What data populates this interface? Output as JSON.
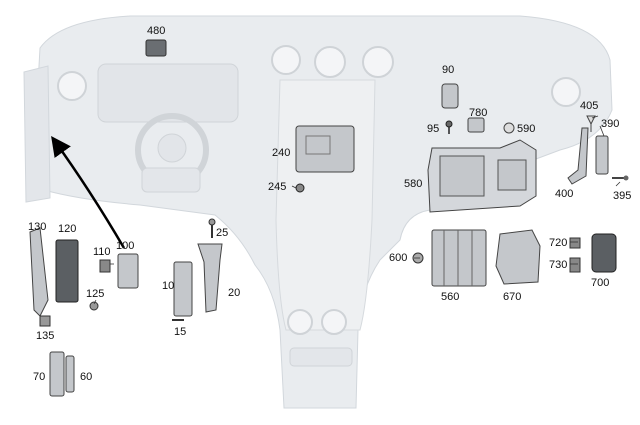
{
  "diagram": {
    "colors": {
      "background": "#ffffff",
      "dashboard": "#e9ecef",
      "dashboard_edge": "#d2d7dc",
      "part": "#c4c7cb",
      "part_dark": "#5b5f63",
      "label": "#111111",
      "arrow": "#000000"
    },
    "callouts": {
      "480": "480",
      "90": "90",
      "405": "405",
      "780": "780",
      "95": "95",
      "590": "590",
      "390": "390",
      "240": "240",
      "245": "245",
      "580": "580",
      "400": "400",
      "395": "395",
      "130": "130",
      "120": "120",
      "100": "100",
      "110": "110",
      "125": "125",
      "135": "135",
      "25": "25",
      "10": "10",
      "20": "20",
      "15": "15",
      "600": "600",
      "560": "560",
      "670": "670",
      "720": "720",
      "730": "730",
      "700": "700",
      "70": "70",
      "60": "60"
    }
  }
}
